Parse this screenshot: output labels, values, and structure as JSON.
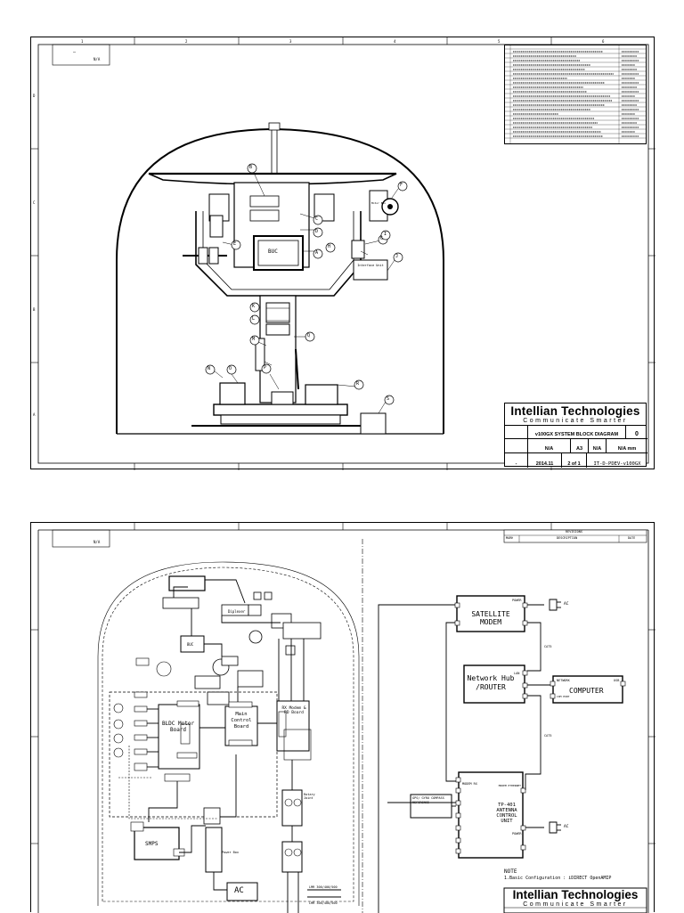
{
  "sheet1": {
    "corner_note": "N/A",
    "grid_numbers": [
      "1",
      "2",
      "3",
      "4",
      "5",
      "6"
    ],
    "grid_letters": [
      "D",
      "C",
      "B",
      "A"
    ],
    "components": {
      "buc": "BUC",
      "interface_unit": "Interface Unit",
      "motor_box": "Motor Box"
    },
    "callouts": [
      "A",
      "B",
      "C",
      "D",
      "E",
      "F",
      "G",
      "H",
      "I",
      "J",
      "K",
      "L",
      "M",
      "N",
      "O",
      "P",
      "Q",
      "R",
      "S"
    ],
    "title_block": {
      "brand": "Intellian Technologies",
      "slogan": "Communicate Smarter",
      "title": "v100GX SYSTEM BLOCK DIAGRAM",
      "rev": "0",
      "size_code": "N/A",
      "size": "A3",
      "scale": "N/A",
      "unit": "N/A mm",
      "drawn": "-",
      "date": "2014.11",
      "sheet": "2 of 1",
      "dwg_no": "IT-D-PDEV-v100GX"
    }
  },
  "sheet2": {
    "corner_note": "N/A",
    "revisions_header": "REVISIONS",
    "rev_cols": [
      "MARK",
      "DESCRIPTION",
      "DATE"
    ],
    "blocks": {
      "satellite_modem": "SATELLITE MODEM",
      "network_hub": "Network Hub /ROUTER",
      "computer": "COMPUTER",
      "acu": "TP-401 ANTENNA CONTROL UNIT",
      "bldc": "BLDC Motor Board",
      "main_control": "Main Control Board",
      "smps": "SMPS",
      "ac": "AC",
      "rx_modem": "RX Modem & RD Board",
      "diplexer": "Diplexer",
      "buc": "BUC",
      "rotary": "Rotary Joint",
      "power_box": "Power Box",
      "gps_input": "GPS/ GYRO COMPASS REFERENCE"
    },
    "port_labels": {
      "power": "POWER",
      "ac": "AC",
      "cat5_1": "CAT5",
      "cat5_2": "CAT5",
      "lan": "LAN",
      "network": "NETWORK",
      "usb": "USB",
      "com_port": "COM PORT",
      "modem_rx": "MODEM RX",
      "modem_ethernet": "MODEM ETHERNET"
    },
    "note_title": "NOTE",
    "note_text": "1.Basic Configuration : iDIRECT OpenAMIP",
    "tb_brand": "Intellian Technologies",
    "tb_slogan": "Communicate Smarter",
    "cable_labels": [
      "LMR 300/400/500",
      "LMR 300/400/500"
    ]
  }
}
